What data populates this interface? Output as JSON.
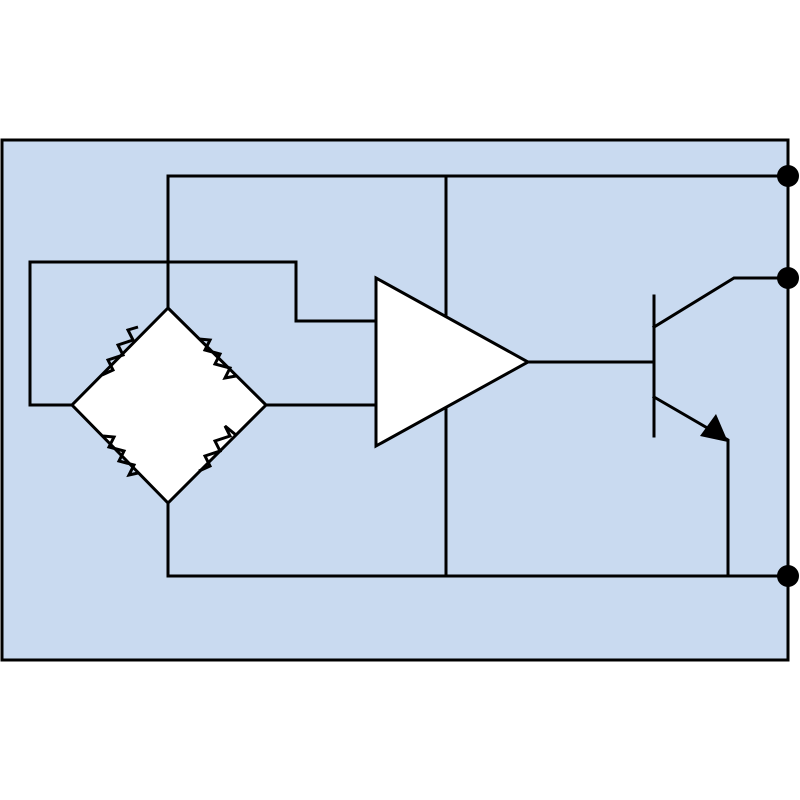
{
  "diagram": {
    "type": "circuit-schematic",
    "components": [
      {
        "kind": "wheatstone-bridge",
        "resistor_count": 4
      },
      {
        "kind": "operational-amplifier"
      },
      {
        "kind": "npn-transistor"
      }
    ],
    "terminal_count": 3
  },
  "colors": {
    "panel_fill": "#c9daf0",
    "line": "#000000",
    "component_fill": "#ffffff",
    "page_background": "#ffffff"
  }
}
